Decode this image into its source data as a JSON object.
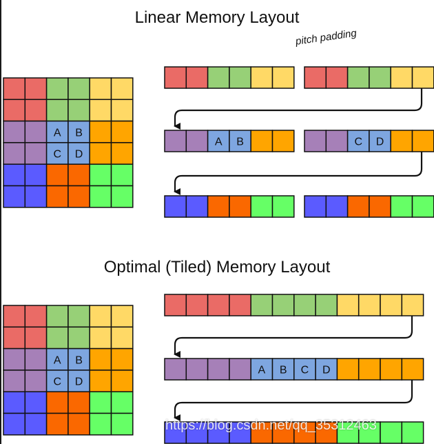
{
  "titles": {
    "linear": "Linear Memory Layout",
    "tiled": "Optimal (Tiled) Memory Layout"
  },
  "annotations": {
    "pitch_padding": "pitch padding"
  },
  "watermark": "https://blog.csdn.net/qq_35312463",
  "colors": {
    "red": "#ea6b66",
    "green": "#97d077",
    "yellow": "#ffd966",
    "purple": "#a680b8",
    "blue_light": "#7ea6e0",
    "orange": "#ffa500",
    "orange_dark": "#fa6800",
    "blue": "#5b5bff",
    "lime": "#66ff66"
  },
  "grid_cells": [
    [
      "red",
      "red",
      "green",
      "green",
      "yellow",
      "yellow"
    ],
    [
      "red",
      "red",
      "green",
      "green",
      "yellow",
      "yellow"
    ],
    [
      "purple",
      "purple",
      "blue_light",
      "blue_light",
      "orange",
      "orange"
    ],
    [
      "purple",
      "purple",
      "blue_light",
      "blue_light",
      "orange",
      "orange"
    ],
    [
      "blue",
      "blue",
      "orange_dark",
      "orange_dark",
      "lime",
      "lime"
    ],
    [
      "blue",
      "blue",
      "orange_dark",
      "orange_dark",
      "lime",
      "lime"
    ]
  ],
  "grid_labels": [
    [
      "",
      "",
      "",
      "",
      "",
      ""
    ],
    [
      "",
      "",
      "",
      "",
      "",
      ""
    ],
    [
      "",
      "",
      "A",
      "B",
      "",
      ""
    ],
    [
      "",
      "",
      "C",
      "D",
      "",
      ""
    ],
    [
      "",
      "",
      "",
      "",
      "",
      ""
    ],
    [
      "",
      "",
      "",
      "",
      "",
      ""
    ]
  ],
  "linear_rows": [
    {
      "left": {
        "colors": [
          "red",
          "red",
          "green",
          "green",
          "yellow",
          "yellow"
        ],
        "labels": [
          "",
          "",
          "",
          "",
          "",
          ""
        ]
      },
      "right": {
        "colors": [
          "red",
          "red",
          "green",
          "green",
          "yellow",
          "yellow"
        ],
        "labels": [
          "",
          "",
          "",
          "",
          "",
          ""
        ]
      }
    },
    {
      "left": {
        "colors": [
          "purple",
          "purple",
          "blue_light",
          "blue_light",
          "orange",
          "orange"
        ],
        "labels": [
          "",
          "",
          "A",
          "B",
          "",
          ""
        ]
      },
      "right": {
        "colors": [
          "purple",
          "purple",
          "blue_light",
          "blue_light",
          "orange",
          "orange"
        ],
        "labels": [
          "",
          "",
          "C",
          "D",
          "",
          ""
        ]
      }
    },
    {
      "left": {
        "colors": [
          "blue",
          "blue",
          "orange_dark",
          "orange_dark",
          "lime",
          "lime"
        ],
        "labels": [
          "",
          "",
          "",
          "",
          "",
          ""
        ]
      },
      "right": {
        "colors": [
          "blue",
          "blue",
          "orange_dark",
          "orange_dark",
          "lime",
          "lime"
        ],
        "labels": [
          "",
          "",
          "",
          "",
          "",
          ""
        ]
      }
    }
  ],
  "tiled_rows": [
    {
      "colors": [
        "red",
        "red",
        "red",
        "red",
        "green",
        "green",
        "green",
        "green",
        "yellow",
        "yellow",
        "yellow",
        "yellow"
      ],
      "labels": [
        "",
        "",
        "",
        "",
        "",
        "",
        "",
        "",
        "",
        "",
        "",
        ""
      ]
    },
    {
      "colors": [
        "purple",
        "purple",
        "purple",
        "purple",
        "blue_light",
        "blue_light",
        "blue_light",
        "blue_light",
        "orange",
        "orange",
        "orange",
        "orange"
      ],
      "labels": [
        "",
        "",
        "",
        "",
        "A",
        "B",
        "C",
        "D",
        "",
        "",
        "",
        ""
      ]
    },
    {
      "colors": [
        "blue",
        "blue",
        "blue",
        "blue",
        "orange_dark",
        "orange_dark",
        "orange_dark",
        "orange_dark",
        "lime",
        "lime",
        "lime",
        "lime"
      ],
      "labels": [
        "",
        "",
        "",
        "",
        "",
        "",
        "",
        "",
        "",
        "",
        "",
        ""
      ]
    }
  ]
}
